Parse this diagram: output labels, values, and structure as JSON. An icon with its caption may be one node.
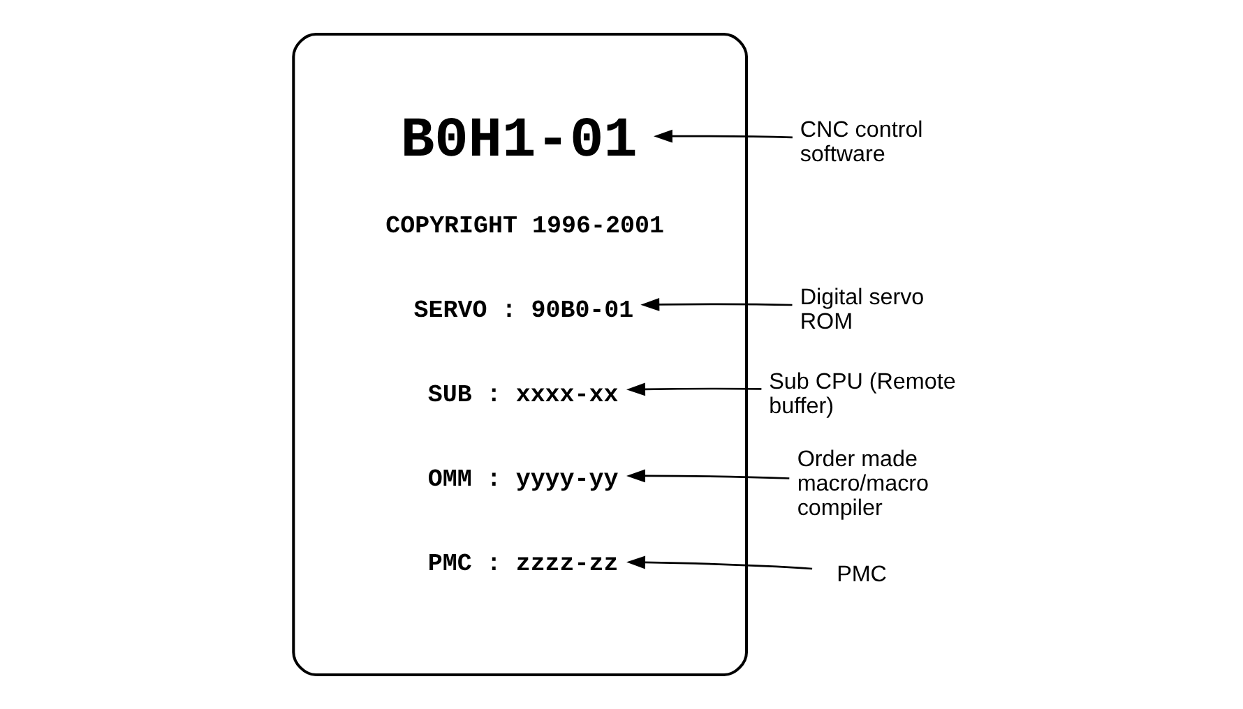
{
  "diagram": {
    "nodes": [
      {
        "text": [],
        "shape": "box"
      },
      {
        "text": [
          "B0H1-01"
        ],
        "in": 0
      },
      {
        "text": [
          "COPYRIGHT 1996-2001"
        ],
        "in": 0
      },
      {
        "text": [
          "SERVO : 90B0-01"
        ],
        "in": 0
      },
      {
        "text": [
          "SUB : xxxx-xx"
        ],
        "in": 0
      },
      {
        "text": [
          "OMM : yyyy-yy"
        ],
        "in": 0
      },
      {
        "text": [
          "PMC : zzzz-zz"
        ],
        "in": 0
      },
      {
        "text": [
          "CNC control software"
        ]
      },
      {
        "text": [
          "Digital servo ROM"
        ]
      },
      {
        "text": [
          "Sub CPU (Remote buffer)"
        ]
      },
      {
        "text": [
          "Order made macro/macro compiler"
        ]
      },
      {
        "text": [
          "PMC"
        ]
      }
    ],
    "edges": [
      {
        "from": 7,
        "to": 1,
        "arrow": "to"
      },
      {
        "from": 8,
        "to": 3,
        "arrow": "to"
      },
      {
        "from": 9,
        "to": 4,
        "arrow": "to"
      },
      {
        "from": 10,
        "to": 5,
        "arrow": "to"
      },
      {
        "from": 11,
        "to": 6,
        "arrow": "to"
      }
    ]
  }
}
